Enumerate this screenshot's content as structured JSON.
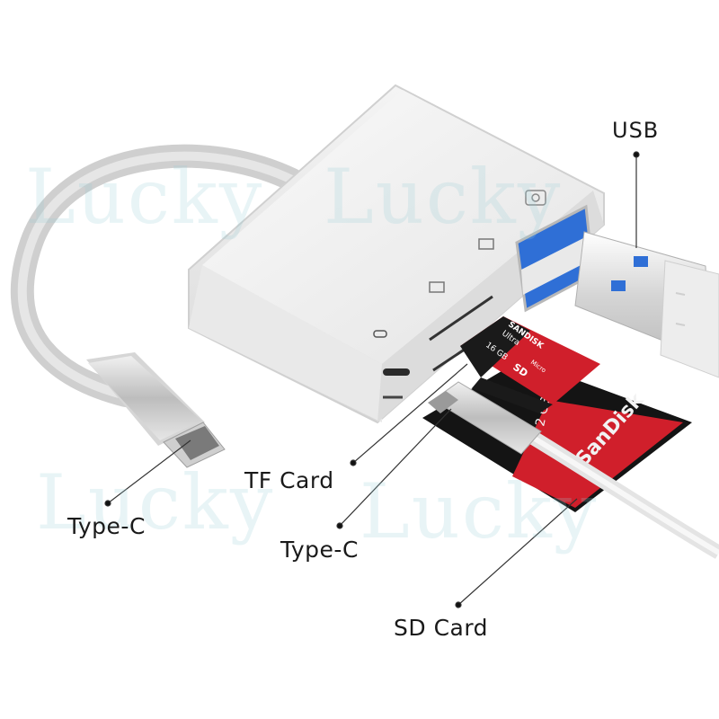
{
  "labels": {
    "usb": "USB",
    "tf_card": "TF Card",
    "type_c_left": "Type-C",
    "type_c_mid": "Type-C",
    "sd_card": "SD Card"
  },
  "watermark": "Lucky",
  "microsd_card": {
    "brand": "SANDISK",
    "line": "Ultra",
    "capacity": "16 GB",
    "type": "SD",
    "small": "Micro"
  },
  "sd_card": {
    "brand": "SanDisk",
    "capacity": "2 GB"
  },
  "colors": {
    "adapter_body": "#f1f1f1",
    "cable": "#d9d9d9",
    "usb_blue": "#2f6fd6",
    "sandisk_red": "#d01f2b",
    "card_black": "#141414"
  }
}
